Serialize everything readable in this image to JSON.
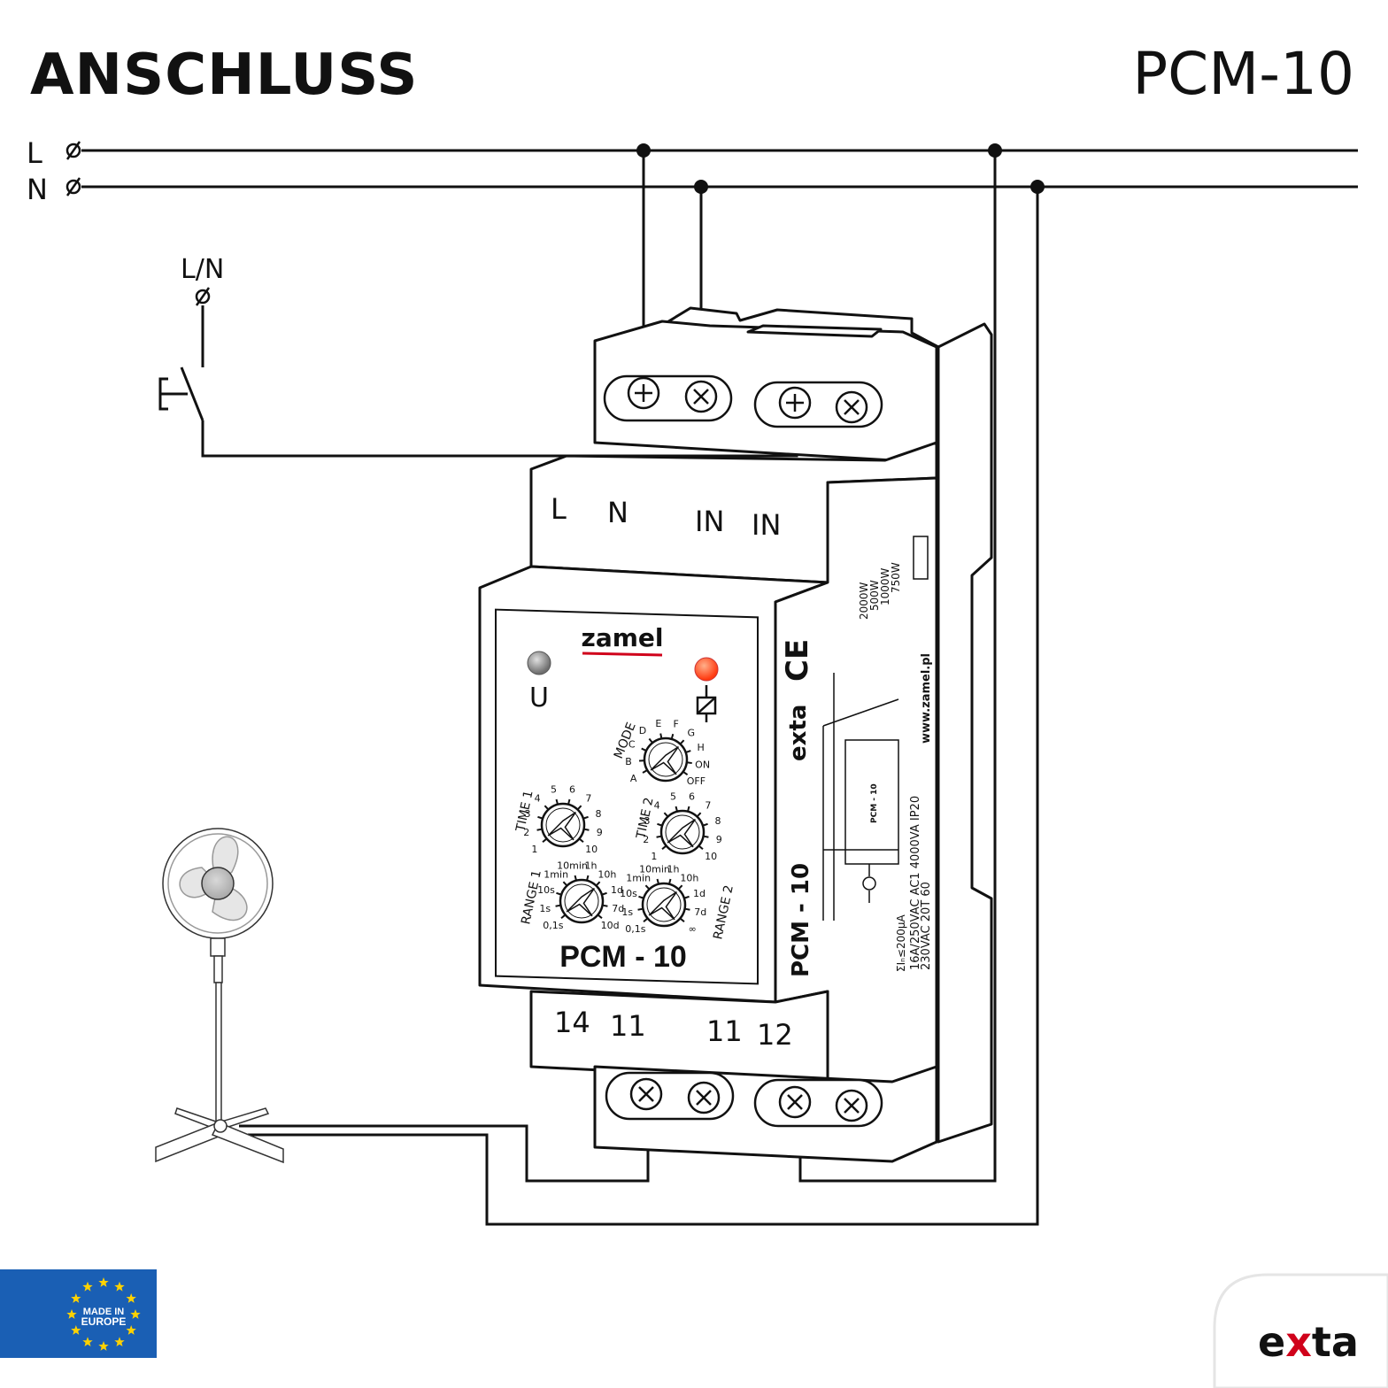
{
  "header": {
    "title": "ANSCHLUSS",
    "model": "PCM-10"
  },
  "supply": {
    "line_label": "L",
    "neutral_label": "N",
    "switch_feed_label": "L/N"
  },
  "device": {
    "brand": "zamel",
    "product_name": "PCM - 10",
    "side_model": "PCM - 10",
    "ce_mark": "CE",
    "side_brand": "exta",
    "top_terminals": [
      "L",
      "N",
      "IN",
      "IN"
    ],
    "bottom_terminals": [
      "14",
      "11",
      "11",
      "12"
    ],
    "leds": [
      {
        "label": "U",
        "color": "#8d8d8d"
      },
      {
        "label": "",
        "color": "#ff4a1c"
      }
    ],
    "mode_knob": {
      "title": "MODE",
      "positions": [
        "A",
        "B",
        "C",
        "D",
        "E",
        "F",
        "G",
        "H",
        "ON",
        "OFF"
      ]
    },
    "time_knobs": [
      {
        "title": "TIME 1",
        "positions": [
          "1",
          "2",
          "3",
          "4",
          "5",
          "6",
          "7",
          "8",
          "9",
          "10"
        ]
      },
      {
        "title": "TIME 2",
        "positions": [
          "1",
          "2",
          "3",
          "4",
          "5",
          "6",
          "7",
          "8",
          "9",
          "10"
        ]
      }
    ],
    "range_knobs": [
      {
        "title": "RANGE 1",
        "positions": [
          "0,1s",
          "1s",
          "10s",
          "1min",
          "10min",
          "1h",
          "10h",
          "1d",
          "7d",
          "10d"
        ]
      },
      {
        "title": "RANGE 2",
        "positions": [
          "0,1s",
          "1s",
          "10s",
          "1min",
          "10min",
          "1h",
          "10h",
          "1d",
          "7d",
          "∞"
        ]
      }
    ],
    "side_specs": [
      "230VAC   20T 60",
      "16A/250VAC  AC1 4000VA  IP20",
      "www.zamel.pl"
    ],
    "side_loads": [
      "2000W",
      "500W",
      "1000W",
      "750W"
    ],
    "side_current": "ΣIₙ≤200µA",
    "side_diagram_model": "PCM - 10"
  },
  "badges": {
    "origin_line1": "MADE IN",
    "origin_line2": "EUROPE",
    "footer_brand_pre": "e",
    "footer_brand_x": "x",
    "footer_brand_post": "ta"
  },
  "colors": {
    "ink": "#111111",
    "brand_red": "#d0021b",
    "eu_blue": "#1a5fb4",
    "eu_star": "#ffd200",
    "led_red": "#ff4a1c",
    "led_grey": "#8d8d8d"
  }
}
